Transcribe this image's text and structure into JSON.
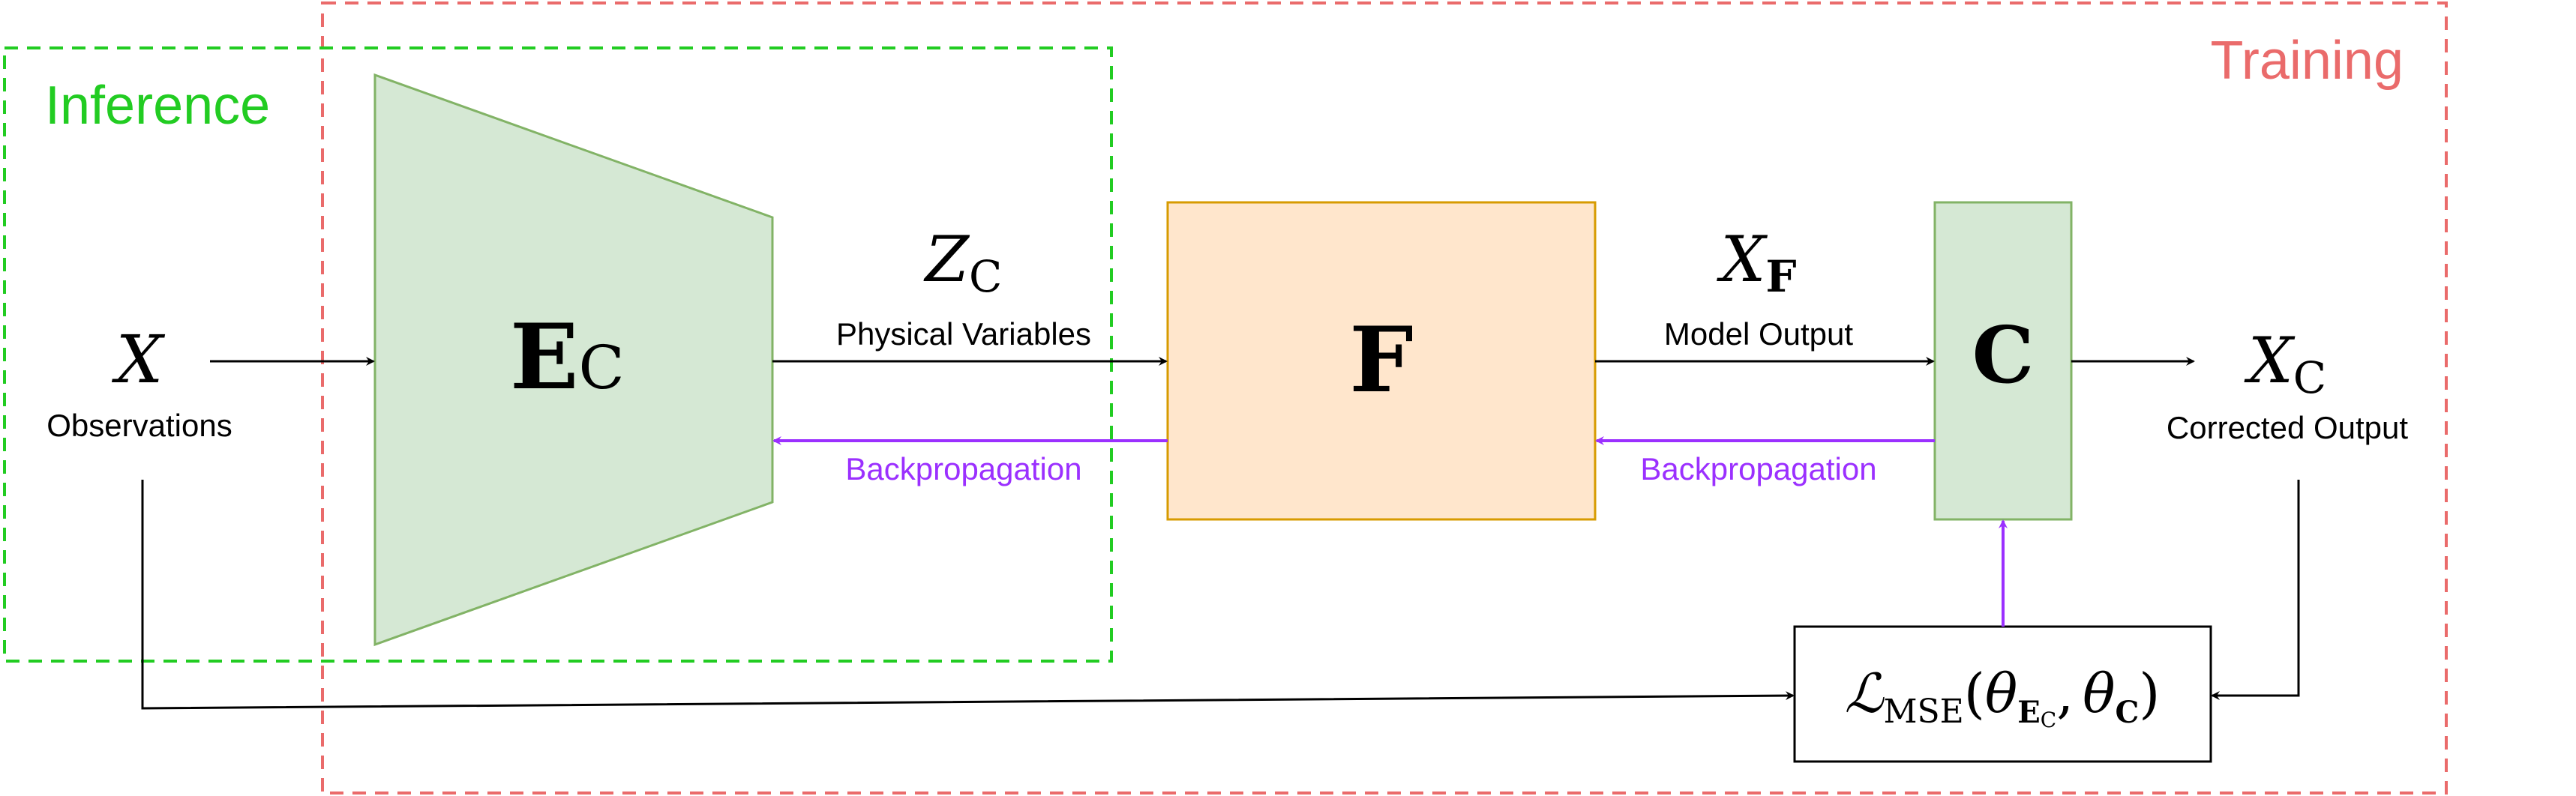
{
  "colors": {
    "inference": "#22cc22",
    "training": "#ea6b6b",
    "encoder_fill": "#d5e8d4",
    "encoder_stroke": "#82b366",
    "forward_fill": "#ffe6cc",
    "forward_stroke": "#d79b00",
    "backprop": "#9b30ff",
    "line": "#000000"
  },
  "regions": {
    "inference_label": "Inference",
    "training_label": "Training"
  },
  "input": {
    "symbol": "X",
    "label": "Observations"
  },
  "encoder": {
    "symbol_main": "E",
    "symbol_sub": "C"
  },
  "latent": {
    "symbol_main": "Z",
    "symbol_sub": "C",
    "label": "Physical Variables"
  },
  "forward_model": {
    "symbol": "F"
  },
  "model_output": {
    "symbol_main": "X",
    "symbol_sub": "F",
    "label": "Model Output"
  },
  "corrector": {
    "symbol": "C"
  },
  "corrected_output": {
    "symbol_main": "X",
    "symbol_sub": "C",
    "label": "Corrected Output"
  },
  "backprop": {
    "left_label": "Backpropagation",
    "right_label": "Backpropagation"
  },
  "loss": {
    "script_l": "ℒ",
    "sub_mse": "MSE",
    "open_paren": "(",
    "theta1": "θ",
    "theta1_sub_main": "E",
    "theta1_sub_sub": "C",
    "comma": ",",
    "theta2": "θ",
    "theta2_sub": "C",
    "close_paren": ")"
  }
}
